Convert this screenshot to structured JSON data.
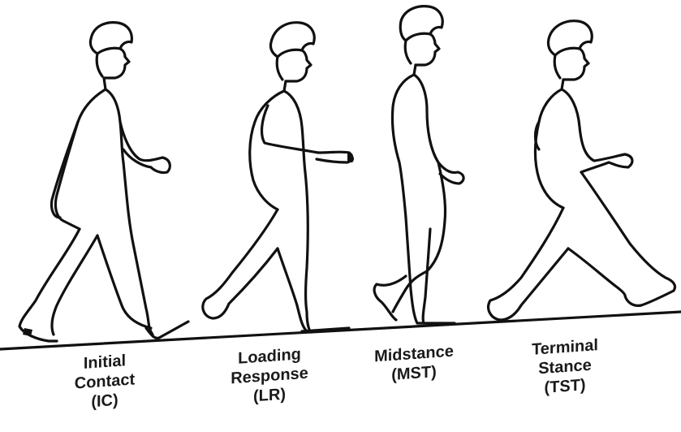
{
  "phases": [
    {
      "id": "ic",
      "lines": [
        "Initial",
        "Contact",
        "(IC)"
      ]
    },
    {
      "id": "lr",
      "lines": [
        "Loading",
        "Response",
        "(LR)"
      ]
    },
    {
      "id": "mst",
      "lines": [
        "Midstance",
        "(MST)"
      ]
    },
    {
      "id": "tst",
      "lines": [
        "Terminal",
        "Stance",
        "(TST)"
      ]
    }
  ],
  "colors": {
    "ink": "#111111",
    "background": "#ffffff"
  }
}
